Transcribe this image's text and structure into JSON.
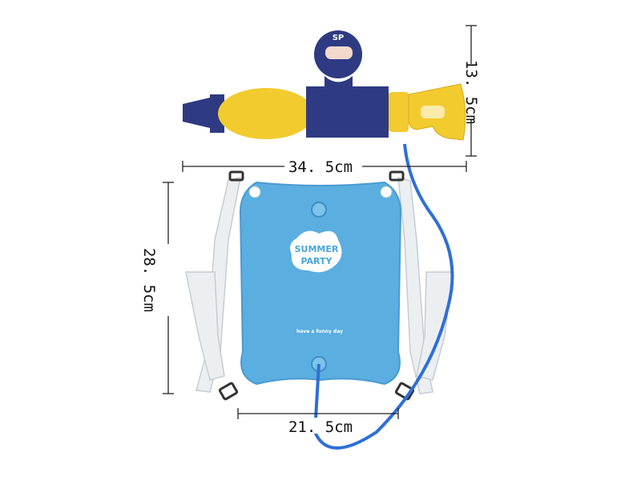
{
  "dimensions": {
    "gun_width": "34. 5cm",
    "gun_height": "13. 5cm",
    "bag_height": "28. 5cm",
    "bag_width": "21. 5cm"
  },
  "product": {
    "logo_line1": "SUMMER",
    "logo_line2": "PARTY",
    "tagline": "have a funny day",
    "mascot_badge": "SP"
  },
  "colors": {
    "bag": "#5aaee0",
    "gun_body": "#2e3a82",
    "gun_yellow": "#f2cb2e",
    "hose": "#2f6fd6",
    "strap": "#e9ecef"
  }
}
